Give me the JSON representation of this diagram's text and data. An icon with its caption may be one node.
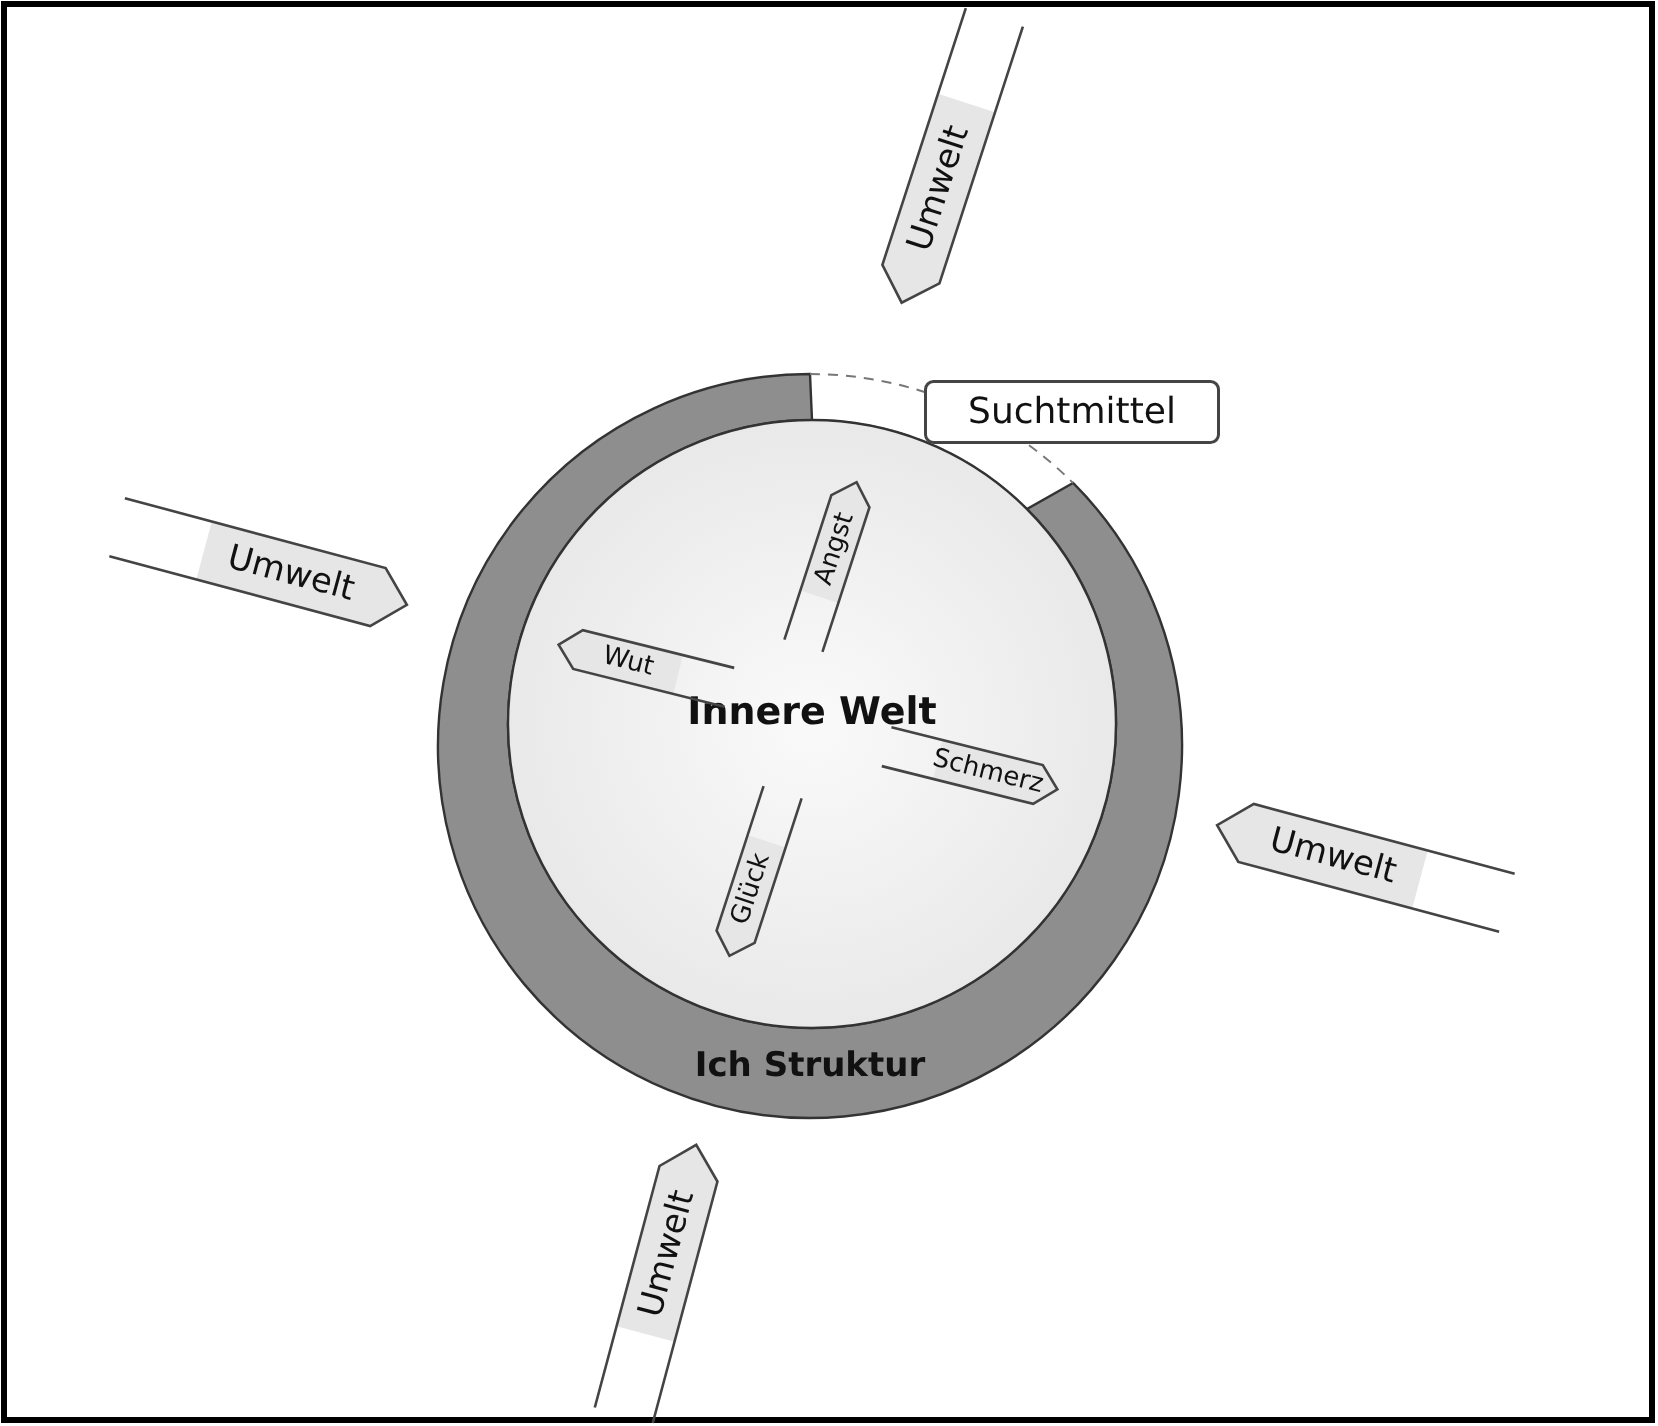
{
  "diagram": {
    "nodes": [
      {
        "text": [
          "Umwelt"
        ]
      },
      {
        "text": [
          "Ich Struktur"
        ]
      },
      {
        "text": [
          "Innere Welt"
        ],
        "in": 1
      },
      {
        "text": [
          "Angst"
        ],
        "in": 2
      },
      {
        "text": [
          "Wut"
        ],
        "in": 2
      },
      {
        "text": [
          "Schmerz"
        ],
        "in": 2
      },
      {
        "text": [
          "Glück"
        ],
        "in": 2
      },
      {
        "text": [
          "Suchtmittel"
        ]
      },
      {
        "text": [
          "Umwelt"
        ]
      },
      {
        "text": [
          "Umwelt"
        ]
      },
      {
        "text": [
          "Umwelt"
        ]
      }
    ]
  }
}
